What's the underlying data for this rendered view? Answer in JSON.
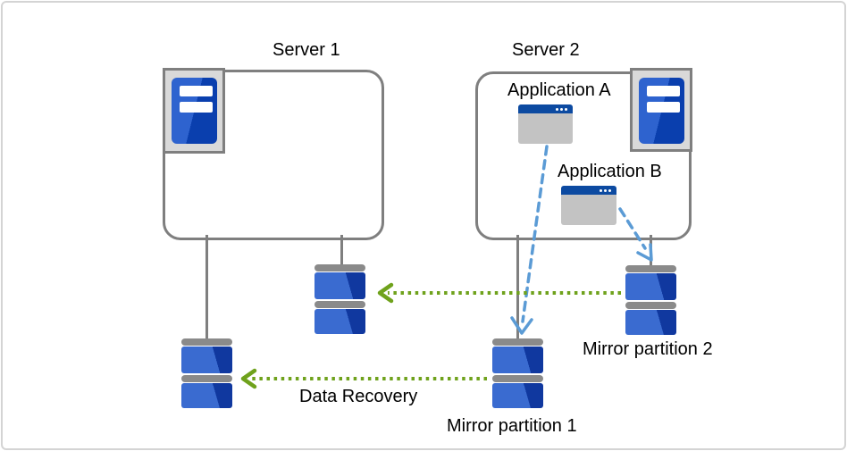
{
  "labels": {
    "server1": "Server 1",
    "server2": "Server 2",
    "application_a": "Application A",
    "application_b": "Application B",
    "mirror_partition_1": "Mirror partition 1",
    "mirror_partition_2": "Mirror partition 2",
    "data_recovery": "Data Recovery"
  },
  "icons": {
    "server_tower_icon": "blue tower in gray bay with two white drive slots (CSS shapes)",
    "app_window_icon": "gray window with blue titlebar and three white dots (CSS shapes)",
    "disk_partition_icon": "stacked blue disk blocks with gray caps (CSS shapes)",
    "green_dotted_arrow": "dotted line with open left chevron head",
    "blue_dashed_arrow": "dashed line with open V arrowhead"
  },
  "colors": {
    "background": "#ffffff",
    "text": "#000000",
    "frame_border": "#d4d4d4",
    "outline_gray": "#7f7f7f",
    "cap_gray": "#8a8a8a",
    "icon_bg": "#d9d9d9",
    "tower_blue_light": "#2e63cf",
    "tower_blue_dark": "#0a3fae",
    "disk_blue_light": "#3a6bd0",
    "disk_blue_dark": "#10389f",
    "app_titlebar": "#0c4aa1",
    "app_body": "#c3c3c3",
    "arrow_green": "#6fa21c",
    "arrow_blue": "#5b9bd5"
  }
}
